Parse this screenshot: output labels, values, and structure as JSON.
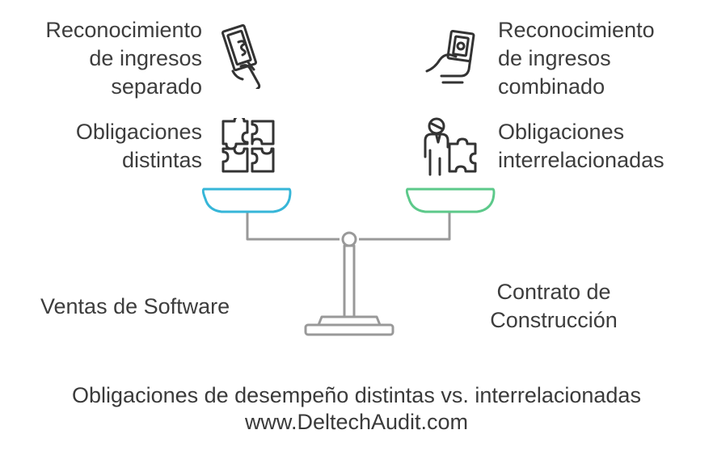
{
  "left": {
    "revenue_label": [
      "Reconocimiento",
      "de ingresos",
      "separado"
    ],
    "obligations_label": [
      "Obligaciones",
      "distintas"
    ],
    "case_label": "Ventas de Software",
    "revenue_icon": "hand-with-banknote-icon",
    "obligations_icon": "puzzle-pieces-icon",
    "pan_color": "#36b6d8"
  },
  "right": {
    "revenue_label": [
      "Reconocimiento",
      "de ingresos",
      "combinado"
    ],
    "obligations_label": [
      "Obligaciones",
      "interrelacionadas"
    ],
    "case_label": [
      "Contrato de",
      "Construcción"
    ],
    "revenue_icon": "hand-holding-money-icon",
    "obligations_icon": "person-with-puzzle-icon",
    "pan_color": "#5cc98a"
  },
  "footer": {
    "title": "Obligaciones de desempeño distintas vs. interrelacionadas",
    "website": "www.DeltechAudit.com"
  }
}
